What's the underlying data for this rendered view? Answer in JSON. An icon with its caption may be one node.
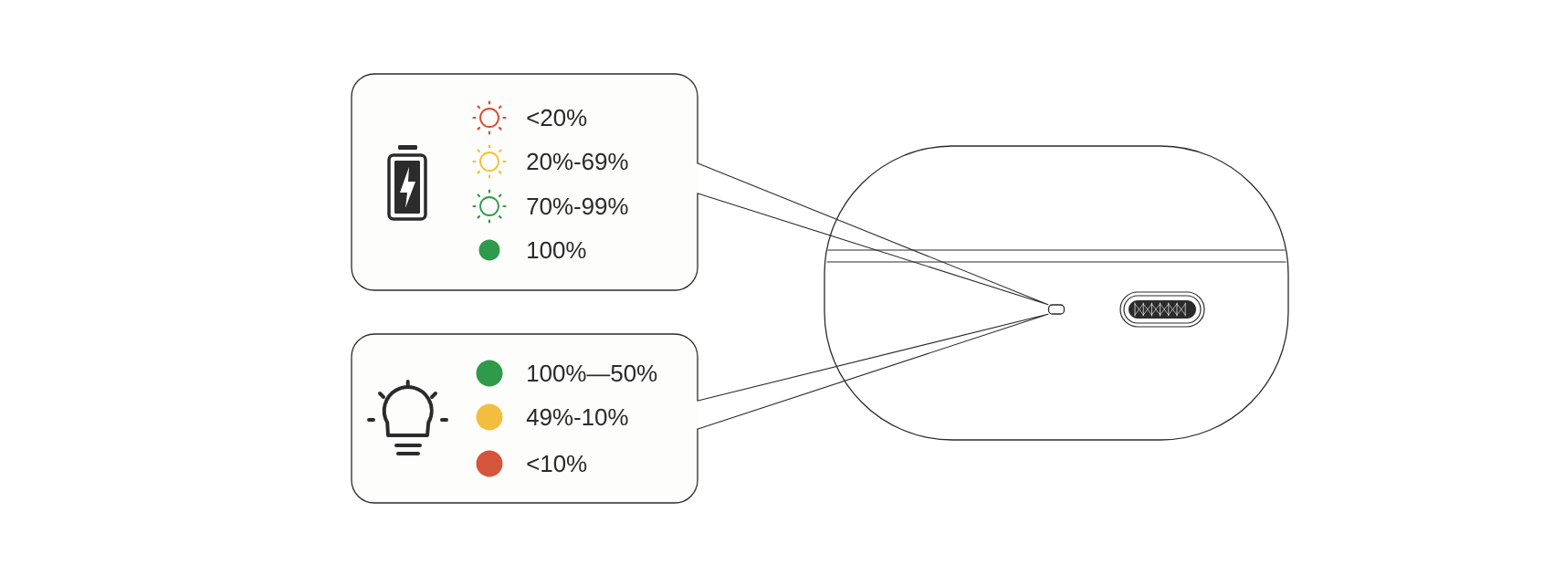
{
  "diagram": {
    "nodes": [
      {
        "text": [
          "<20%",
          "20%-69%",
          "70%-99%",
          "100%"
        ]
      },
      {
        "text": [
          "100%—50%",
          "49%-10%",
          "<10%"
        ]
      },
      {
        "text": [],
        "shape": "box"
      }
    ],
    "edges": [
      {
        "from": 0,
        "to": 2,
        "arrow": "none"
      },
      {
        "from": 1,
        "to": 2,
        "arrow": "none"
      }
    ]
  }
}
